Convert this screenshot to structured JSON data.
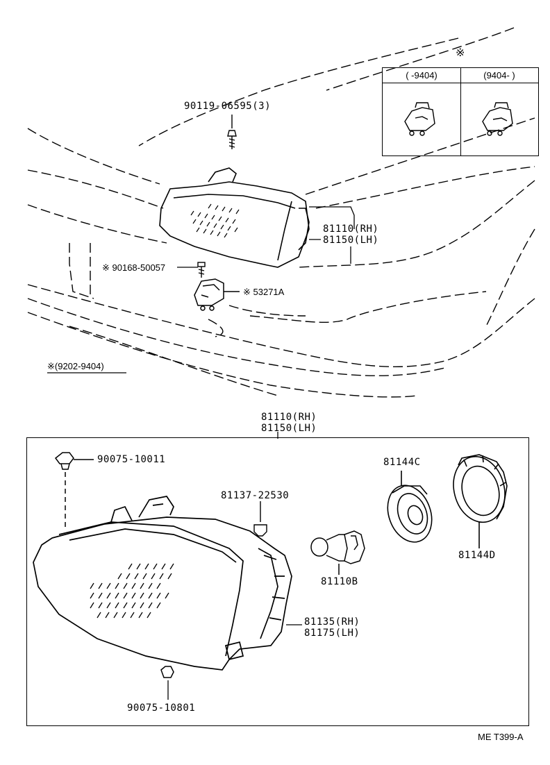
{
  "note_symbol": "※",
  "inset": {
    "col1_label": "(   -9404)",
    "col2_label": "(9404-    )"
  },
  "upper": {
    "bolt_label": "90119-06595(3)",
    "screw_label": "※ 90168-50057",
    "bracket_label": "※ 53271A",
    "headlamp_rh": "81110(RH)",
    "headlamp_lh": "81150(LH)",
    "date_note": "※(9202-9404)"
  },
  "lower": {
    "assembly_rh": "81110(RH)",
    "assembly_lh": "81150(LH)",
    "clip_top_label": "90075-10011",
    "clip_mid_label": "81137-22530",
    "bulb_label": "81110B",
    "socket_label": "81144C",
    "cap_label": "81144D",
    "housing_rh": "81135(RH)",
    "housing_lh": "81175(LH)",
    "clip_bottom_label": "90075-10801"
  },
  "diagram_code": "ME T399-A"
}
